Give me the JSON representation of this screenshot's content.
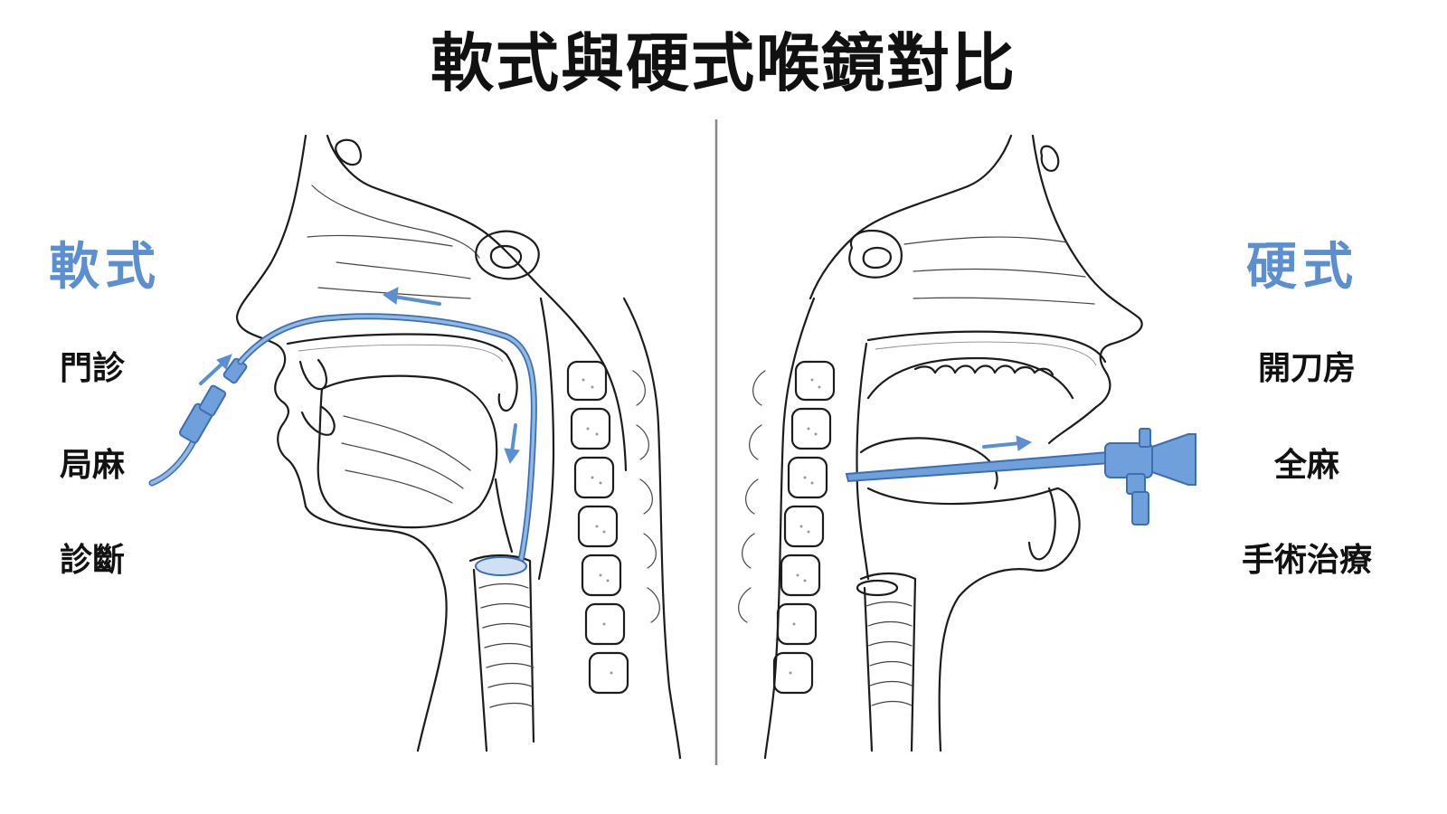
{
  "title": "軟式與硬式喉鏡對比",
  "left": {
    "heading": "軟式",
    "items": [
      "門診",
      "局麻",
      "診斷"
    ]
  },
  "right": {
    "heading": "硬式",
    "items": [
      "開刀房",
      "全麻",
      "手術治療"
    ]
  },
  "colors": {
    "accent": "#5b8fcf",
    "scope_fill": "#6fa0dc",
    "scope_stroke": "#3d6fb0",
    "line": "#1c1c1c",
    "divider": "#888888"
  },
  "icons": {
    "left_illustration": "head-sagittal-flexible-scope",
    "right_illustration": "head-sagittal-rigid-scope"
  }
}
